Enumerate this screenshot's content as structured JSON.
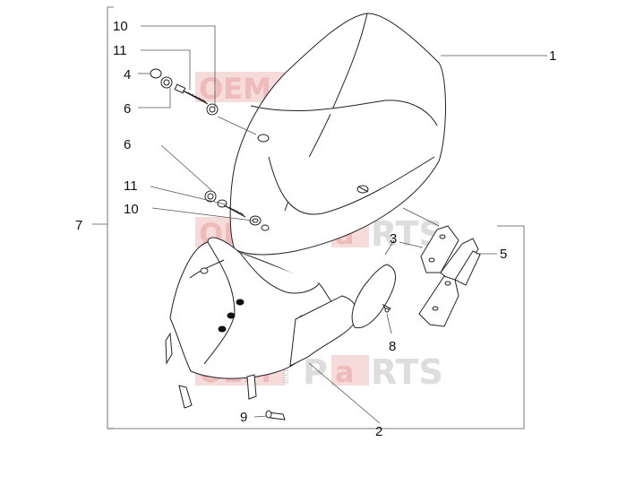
{
  "watermark": {
    "oem": "OEM",
    "bike": "BIKE",
    "parts_a": "P",
    "parts_b": "a",
    "parts_c": "RTS"
  },
  "callouts": [
    {
      "id": "c1",
      "label": "1"
    },
    {
      "id": "c2",
      "label": "2"
    },
    {
      "id": "c3",
      "label": "3"
    },
    {
      "id": "c4",
      "label": "4"
    },
    {
      "id": "c5",
      "label": "5"
    },
    {
      "id": "c6a",
      "label": "6"
    },
    {
      "id": "c6b",
      "label": "6"
    },
    {
      "id": "c7",
      "label": "7"
    },
    {
      "id": "c8",
      "label": "8"
    },
    {
      "id": "c9",
      "label": "9"
    },
    {
      "id": "c10a",
      "label": "10"
    },
    {
      "id": "c10b",
      "label": "10"
    },
    {
      "id": "c11a",
      "label": "11"
    },
    {
      "id": "c11b",
      "label": "11"
    }
  ]
}
